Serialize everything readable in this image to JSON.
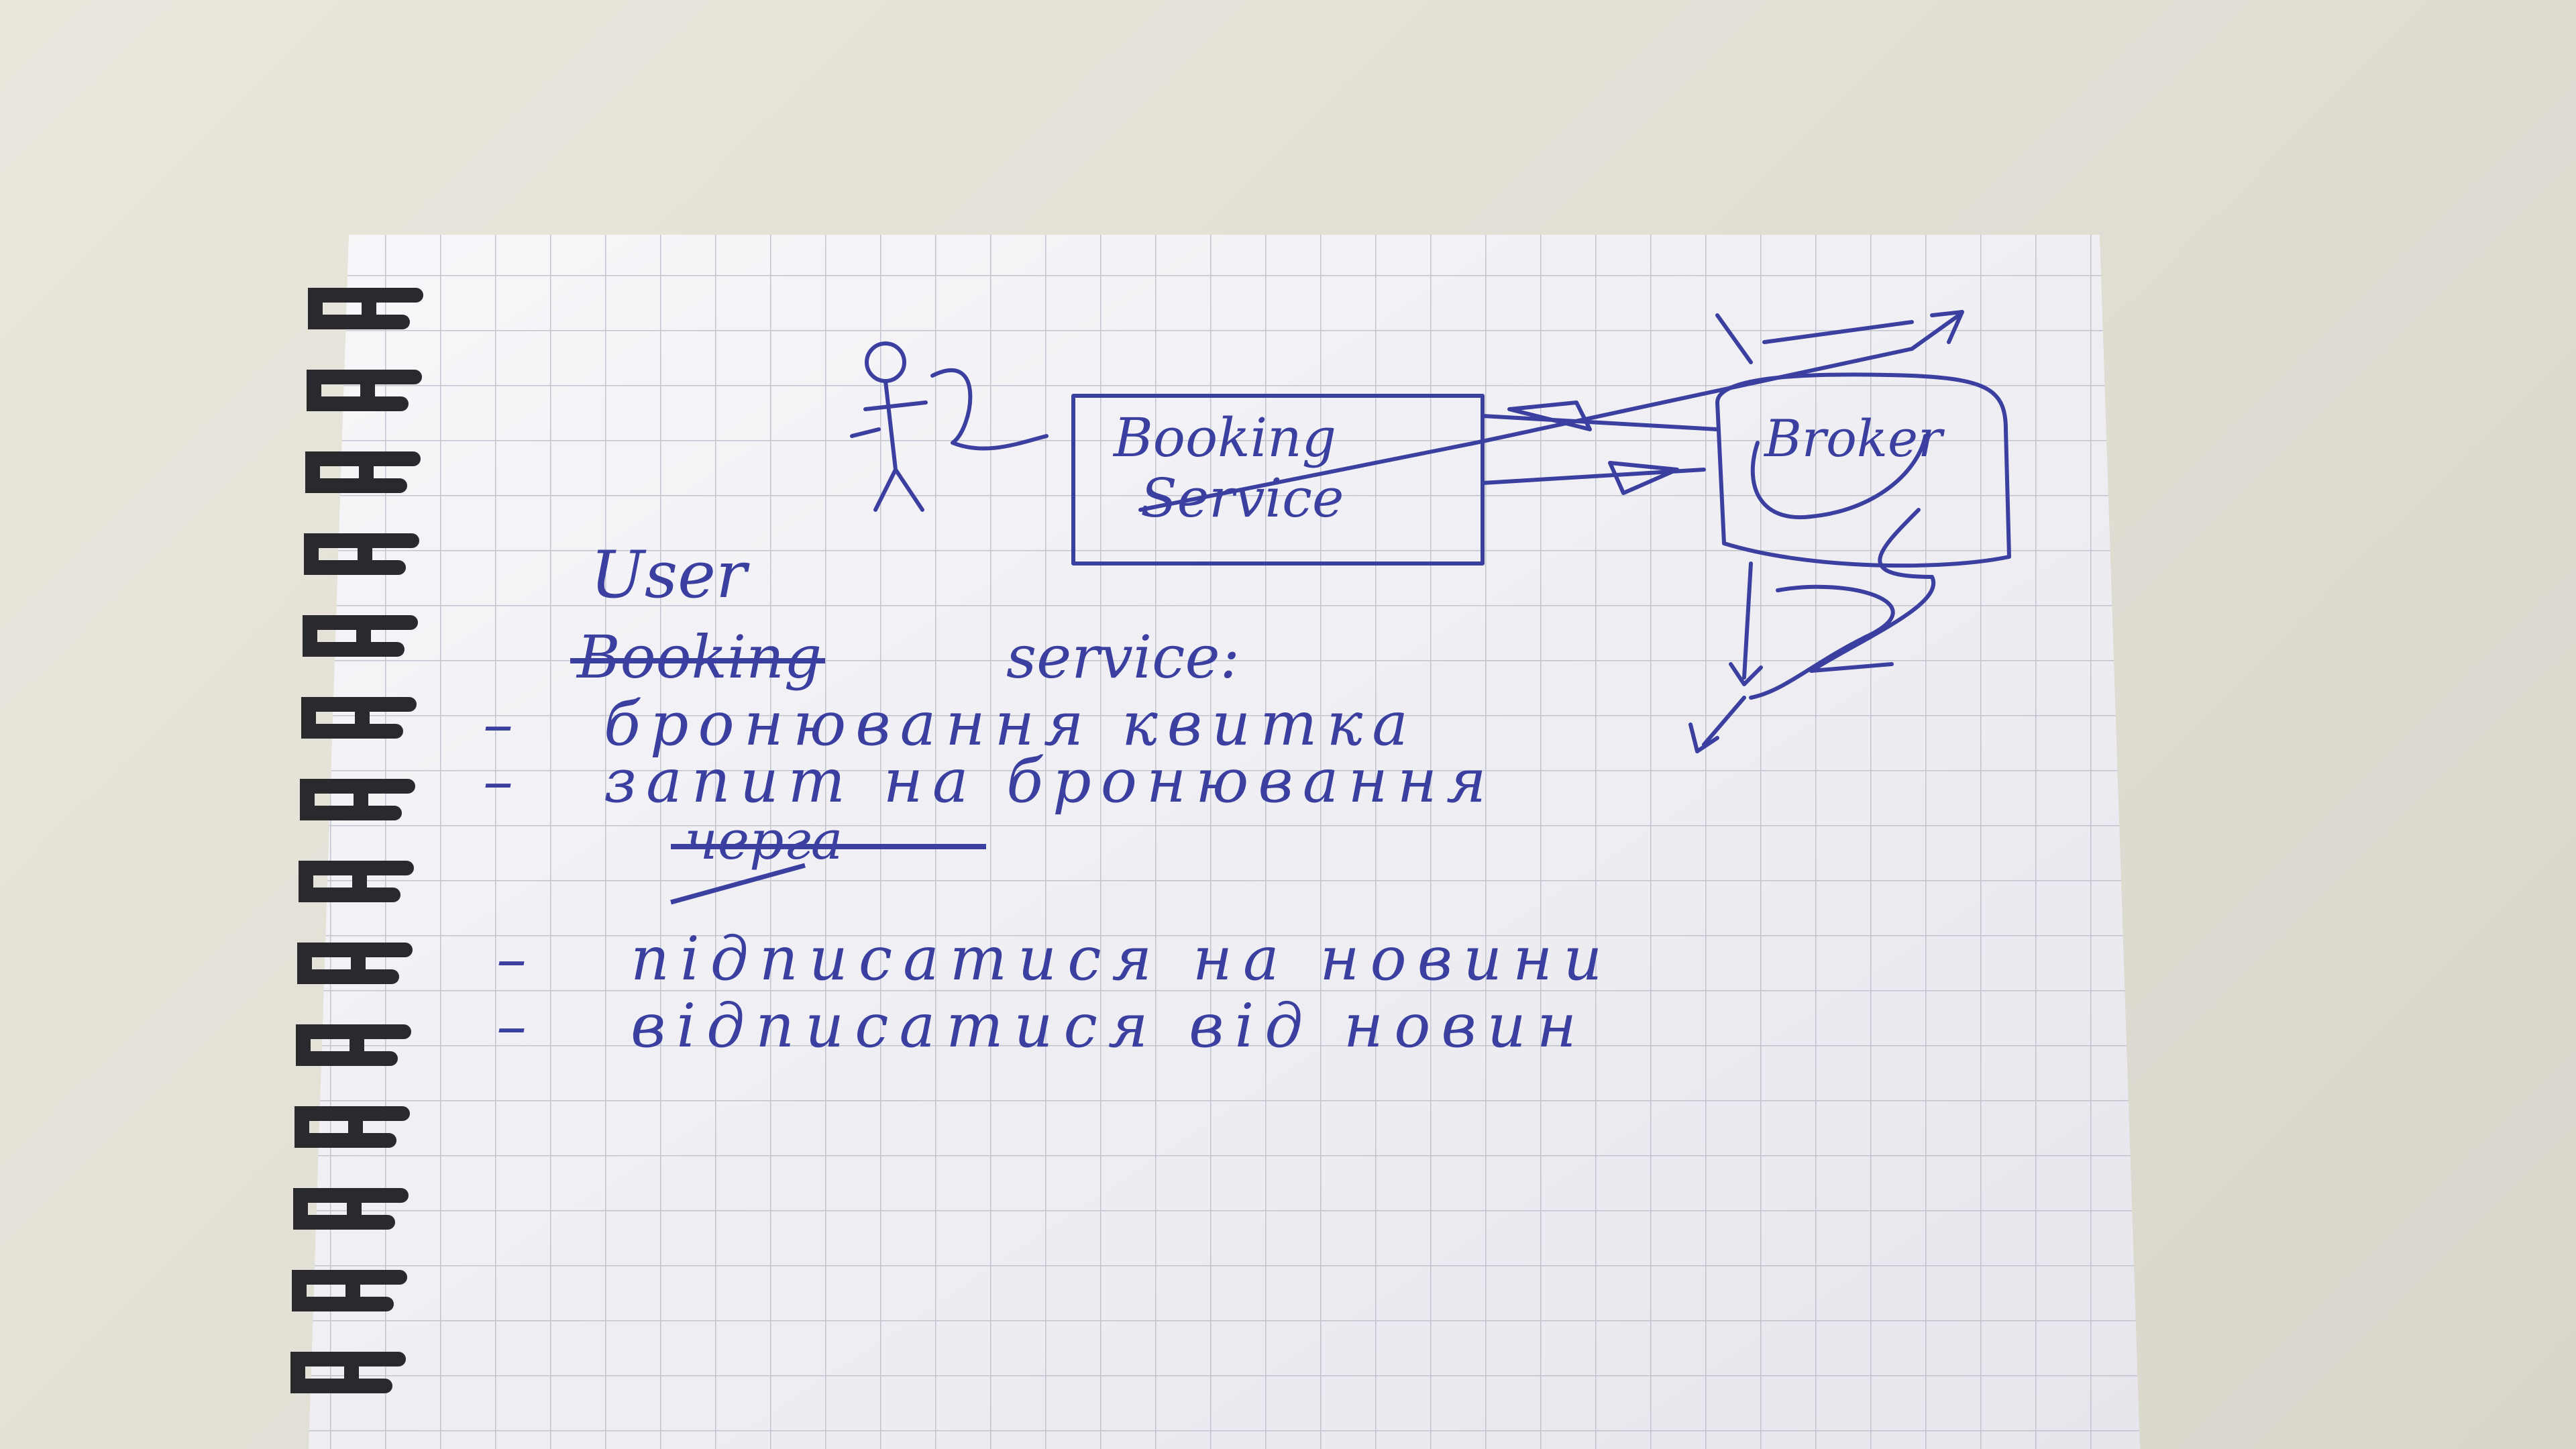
{
  "diagram": {
    "box_left_line1": "Booking",
    "box_left_line2": "Service",
    "box_right": "Broker"
  },
  "notes": {
    "user": "User",
    "service_heading_struck": "Booking",
    "service_heading": "service:",
    "items": [
      {
        "dash": "–",
        "text": "бронювання квитка"
      },
      {
        "dash": "–",
        "text": "запит на бронювання"
      },
      {
        "dash": "",
        "text": "черга",
        "struck": true
      },
      {
        "dash": "–",
        "text": "підписатися на новини"
      },
      {
        "dash": "–",
        "text": "відписатися від новин"
      }
    ]
  },
  "colors": {
    "ink": "#3a3fa0",
    "paper": "#f5f5f8",
    "grid": "#b9bcc8",
    "spiral": "#2a2a2e",
    "background": "#e4e1d7"
  }
}
